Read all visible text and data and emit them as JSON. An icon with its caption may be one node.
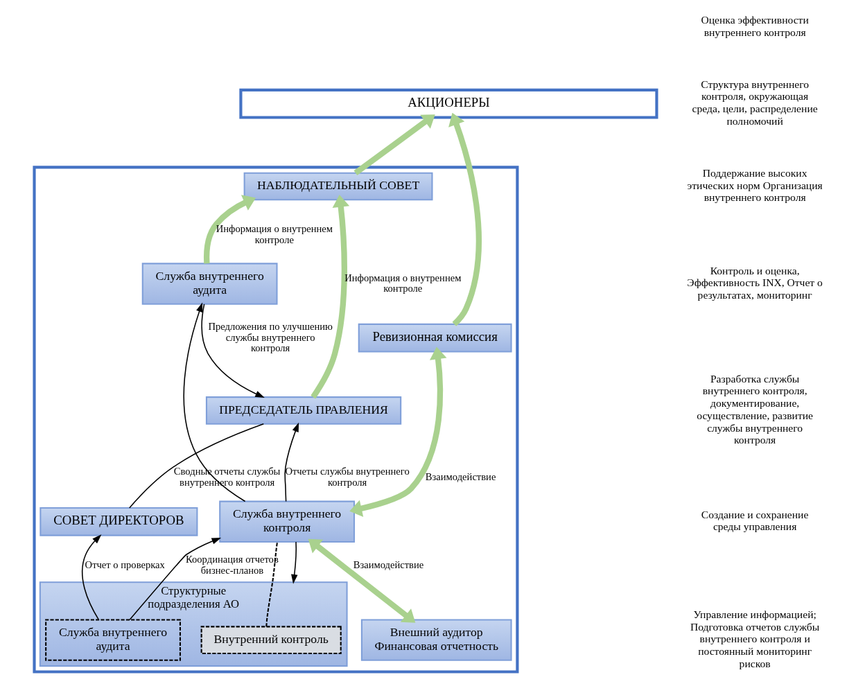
{
  "diagram": {
    "nodes": [
      {
        "text": [
          "АКЦИОНЕРЫ"
        ]
      },
      {
        "text": [],
        "shape": "box"
      },
      {
        "text": [
          "НАБЛЮДАТЕЛЬНЫЙ СОВЕТ"
        ],
        "in": 1
      },
      {
        "text": [
          "Служба внутреннего аудита"
        ],
        "in": 1
      },
      {
        "text": [
          "Ревизионная комиссия"
        ],
        "in": 1
      },
      {
        "text": [
          "ПРЕДСЕДАТЕЛЬ ПРАВЛЕНИЯ"
        ],
        "in": 1
      },
      {
        "text": [
          "Служба внутреннего контроля"
        ],
        "in": 1
      },
      {
        "text": [
          "СОВЕТ ДИРЕКТОРОВ"
        ],
        "in": 1
      },
      {
        "text": [
          "Внешний аудитор Финансовая отчетность"
        ],
        "in": 1
      },
      {
        "text": [
          "Структурные подразделения АО"
        ],
        "in": 1
      },
      {
        "text": [
          "Внутренний контроль"
        ],
        "in": 9
      },
      {
        "text": [
          "Служба внутреннего аудита"
        ],
        "in": 9
      }
    ],
    "edges": [
      {
        "from": 4,
        "to": 0,
        "arrow": "to",
        "style": "thick",
        "color": "#a9d18e"
      },
      {
        "from": 2,
        "to": 0,
        "arrow": "to",
        "style": "thick",
        "color": "#a9d18e"
      },
      {
        "from": 3,
        "to": 2,
        "arrow": "to",
        "style": "thick",
        "color": "#a9d18e",
        "label": "Информация о внутреннем контроле"
      },
      {
        "from": 5,
        "to": 2,
        "arrow": "to",
        "style": "thick",
        "color": "#a9d18e",
        "label": "Информация о внутреннем контроле"
      },
      {
        "from": 3,
        "to": 5,
        "arrow": "to",
        "label": "Предложения по улучшению службы внутреннего контроля"
      },
      {
        "from": 4,
        "to": 6,
        "arrow": "both",
        "style": "thick",
        "color": "#a9d18e",
        "label": "Взаимодействие"
      },
      {
        "from": 6,
        "to": 5,
        "arrow": "to",
        "label": "Отчеты службы внутреннего контроля"
      },
      {
        "from": 6,
        "to": 3,
        "arrow": "to"
      },
      {
        "from": 5,
        "to": 7,
        "arrow": "none",
        "label": "Сводные отчеты службы внутреннего контроля"
      },
      {
        "from": 6,
        "to": 8,
        "arrow": "both",
        "style": "thick",
        "color": "#a9d18e",
        "label": "Взаимодействие"
      },
      {
        "from": 6,
        "to": 10,
        "arrow": "none",
        "style": "dashed"
      },
      {
        "from": 6,
        "to": 9,
        "arrow": "to"
      },
      {
        "from": 11,
        "to": 6,
        "arrow": "to",
        "label": "Координация отчетов бизнес-планов"
      },
      {
        "from": 11,
        "to": 7,
        "arrow": "to",
        "label": "Отчет о проверках"
      }
    ],
    "labels": [
      "Оценка эффективности внутреннего контроля",
      "Структура внутреннего контроля, окружающая среда, цели, распределение полномочий",
      "Поддержание высоких этических норм Организация внутреннего контроля",
      "Контроль и оценка, Эффективность INX, Отчет о результатах, мониторинг",
      "Разработка службы внутреннего контроля, документирование, осуществление, развитие службы внутреннего контроля",
      "Создание и сохранение среды управления",
      "Управление информацией; Подготовка отчетов службы внутреннего контроля и постоянный мониторинг рисков"
    ]
  }
}
